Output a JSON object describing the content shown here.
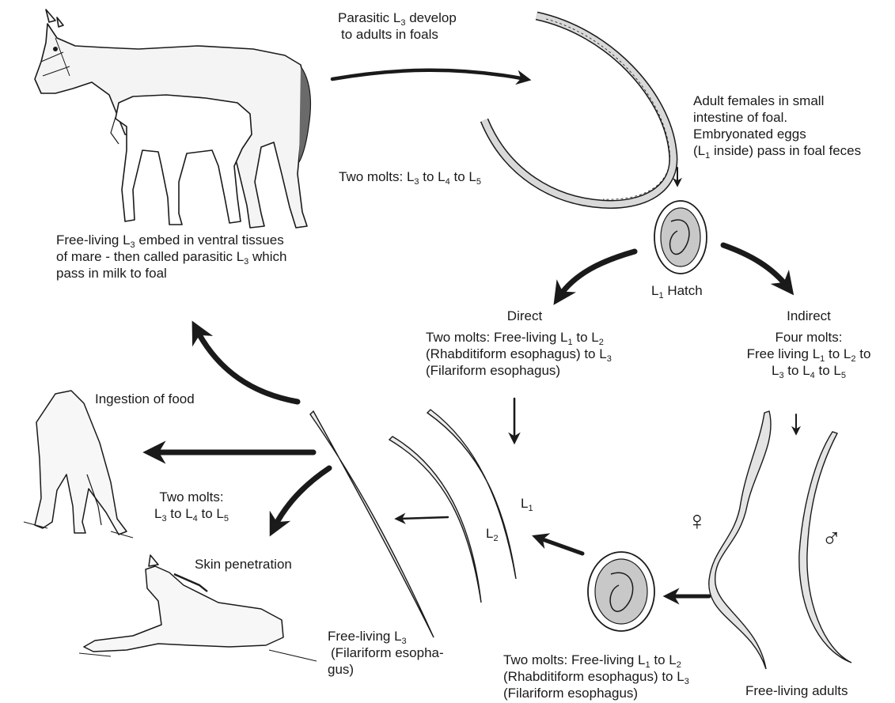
{
  "labels": {
    "parasitic_develop": {
      "l1": "Parasitic L",
      "s1": "3",
      "t1": " develop",
      "l2": "to adults in foals"
    },
    "adult_females": {
      "l1": "Adult females in small",
      "l2": "intestine of foal.",
      "l3": "Embryonated eggs",
      "l4a": "(L",
      "s4": "1",
      "l4b": " inside) pass in foal feces"
    },
    "two_molts_top": {
      "a": "Two molts: L",
      "s1": "3",
      "b": " to L",
      "s2": "4",
      "c": " to L",
      "s3": "5"
    },
    "free_living_embed": {
      "l1a": "Free-living L",
      "s1": "3",
      "l1b": " embed in ventral tissues",
      "l2a": "of mare - then called parasitic L",
      "s2": "3",
      "l2b": " which",
      "l3": "pass in milk to foal"
    },
    "l1_hatch": {
      "a": "L",
      "s": "1",
      "b": " Hatch"
    },
    "direct": {
      "title": "Direct",
      "l1a": "Two molts:  Free-living L",
      "s1": "1",
      "l1b": " to L",
      "s2": "2",
      "l2a": "(Rhabditiform esophagus) to L",
      "s3": "3",
      "l3": "(Filariform esophagus)"
    },
    "indirect": {
      "title": "Indirect",
      "l1": "Four molts:",
      "l2a": "Free living L",
      "s1": "1",
      "l2b": " to L",
      "s2": "2",
      "l2c": " to",
      "l3a": "L",
      "s3": "3",
      "l3b": " to L",
      "s4": "4",
      "l3c": " to L",
      "s5": "5"
    },
    "ingestion": "Ingestion of food",
    "two_molts_left": {
      "l1": "Two molts:",
      "a": "L",
      "s1": "3",
      "b": " to L",
      "s2": "4",
      "c": " to L",
      "s3": "5"
    },
    "skin_penetration": "Skin penetration",
    "larva_l1": {
      "a": "L",
      "s": "1"
    },
    "larva_l2": {
      "a": "L",
      "s": "2"
    },
    "free_living_l3": {
      "l1a": "Free-living L",
      "s1": "3",
      "l2": "(Filariform esopha-",
      "l3": "gus)"
    },
    "two_molts_bottom": {
      "l1a": "Two molts: Free-living L",
      "s1": "1",
      "l1b": " to L",
      "s2": "2",
      "l2a": "(Rhabditiform esophagus) to L",
      "s3": "3",
      "l3": "(Filariform esophagus)"
    },
    "free_living_adults": "Free-living adults",
    "female_symbol": "♀",
    "male_symbol": "♂"
  },
  "colors": {
    "ink": "#1a1a1a",
    "egg_fill": "#c8c8c8",
    "worm_fill": "#d9d9d9",
    "horse_fill": "#f4f4f4"
  }
}
